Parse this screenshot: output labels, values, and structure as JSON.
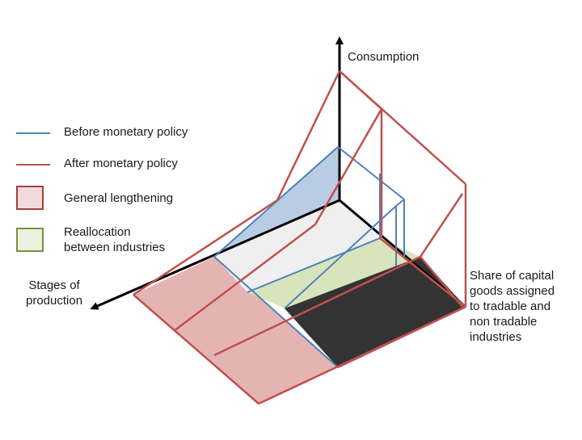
{
  "axes": {
    "consumption": "Consumption",
    "stages": "Stages of\nproduction",
    "share": "Share of capital\ngoods assigned\nto tradable and\nnon tradable\nindustries"
  },
  "legend": {
    "before": "Before monetary policy",
    "after": "After monetary policy",
    "lengthening": "General lengthening",
    "reallocation": "Reallocation\nbetween industries"
  },
  "colors": {
    "before": "#4f81bd",
    "after": "#c0504d",
    "lengthening_fill": "#f2dcdb",
    "lengthening_border": "#a6403e",
    "reallocation_fill": "#ebf1de",
    "reallocation_border": "#77933c"
  }
}
